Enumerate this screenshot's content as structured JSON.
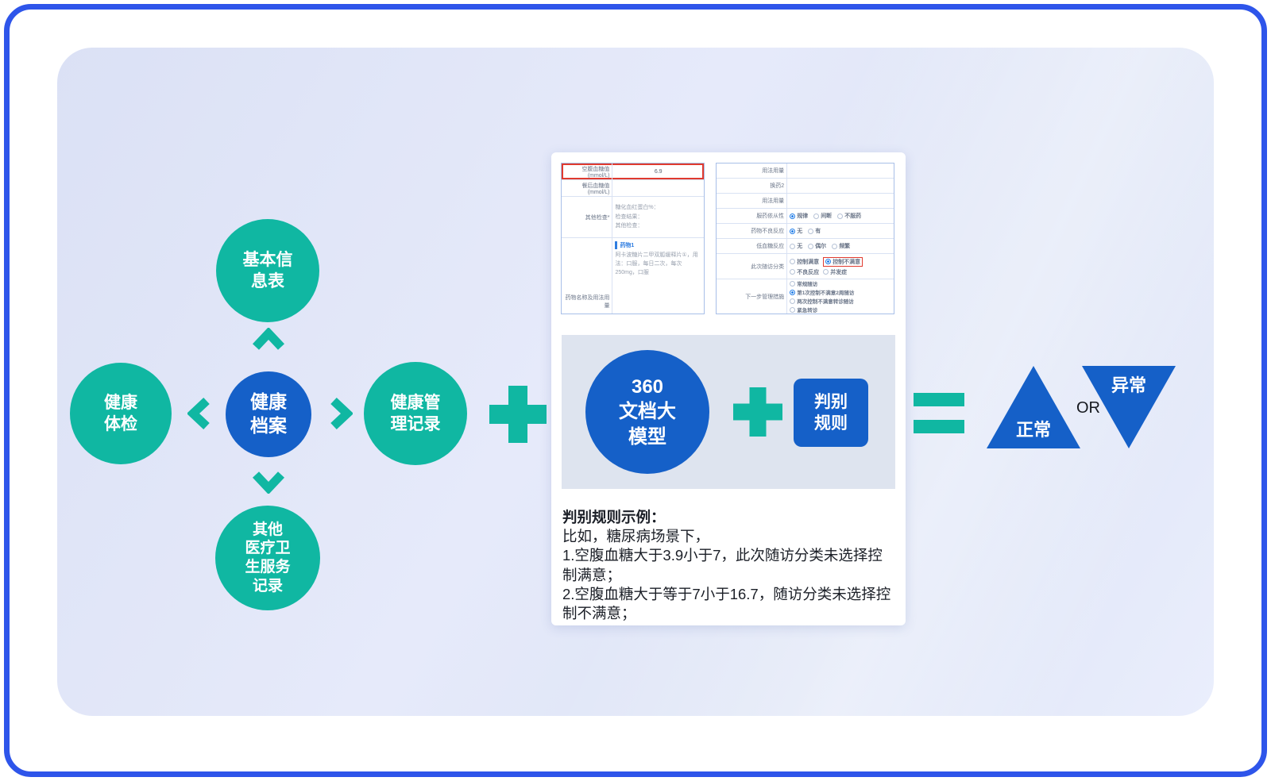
{
  "colors": {
    "teal": "#10b7a2",
    "blue": "#1560c8",
    "frame_blue": "#2e55ea",
    "panel_bg": "#e2e7f8",
    "highlight_red": "#e03a2f"
  },
  "hub": {
    "center": "健康\n档案",
    "top": "基本信\n息表",
    "left": "健康\n体检",
    "right": "健康管\n理记录",
    "bottom": "其他\n医疗卫\n生服务\n记录"
  },
  "forms": {
    "left": {
      "rows": [
        {
          "label": "空腹血糖值(mmol/L)",
          "value": "6.9",
          "highlighted": true
        },
        {
          "label": "餐后血糖值(mmol/L)",
          "value": ""
        },
        {
          "label": "其他检查*",
          "value": "糖化血红蛋白%：\n检查结果：\n其他检查："
        },
        {
          "label": "药物名称及用法用量",
          "drug": "药物1",
          "value": "阿卡波糖片二甲双胍缓释片①，用法：口服，每日二次，每次250mg，口服"
        }
      ]
    },
    "right": {
      "rows": [
        {
          "label": "用法用量",
          "value": ""
        },
        {
          "label": "换药2",
          "value": ""
        },
        {
          "label": "用法用量",
          "value": ""
        },
        {
          "label": "服药依从性",
          "options": [
            {
              "text": "规律",
              "selected": true
            },
            {
              "text": "间断",
              "selected": false
            },
            {
              "text": "不服药",
              "selected": false
            }
          ]
        },
        {
          "label": "药物不良反应",
          "options": [
            {
              "text": "无",
              "selected": true
            },
            {
              "text": "有",
              "selected": false
            }
          ]
        },
        {
          "label": "低血糖反应",
          "options": [
            {
              "text": "无",
              "selected": false
            },
            {
              "text": "偶尔",
              "selected": false
            },
            {
              "text": "频繁",
              "selected": false
            }
          ]
        },
        {
          "label": "此次随访分类",
          "options": [
            {
              "text": "控制满意",
              "selected": false
            },
            {
              "text": "控制不满意",
              "selected": true,
              "highlighted": true
            },
            {
              "text": "不良反应",
              "selected": false
            },
            {
              "text": "并发症",
              "selected": false
            }
          ]
        },
        {
          "label": "下一步管理措施",
          "options": [
            {
              "text": "常规随访",
              "selected": false
            },
            {
              "text": "第1次控制不满意2周随访",
              "selected": true
            },
            {
              "text": "两次控制不满意转诊随访",
              "selected": false
            },
            {
              "text": "紧急转诊",
              "selected": false
            }
          ]
        }
      ]
    }
  },
  "engine": {
    "model": "360\n文档大\n模型",
    "rules": "判别\n规则"
  },
  "example": {
    "title": "判别规则示例：",
    "lines": [
      "比如，糖尿病场景下，",
      "1.空腹血糖大于3.9小于7，此次随访分类未选择控制满意；",
      "2.空腹血糖大于等于7小于16.7，随访分类未选择控制不满意；"
    ]
  },
  "result": {
    "normal": "正常",
    "or": "OR",
    "abnormal": "异常"
  }
}
